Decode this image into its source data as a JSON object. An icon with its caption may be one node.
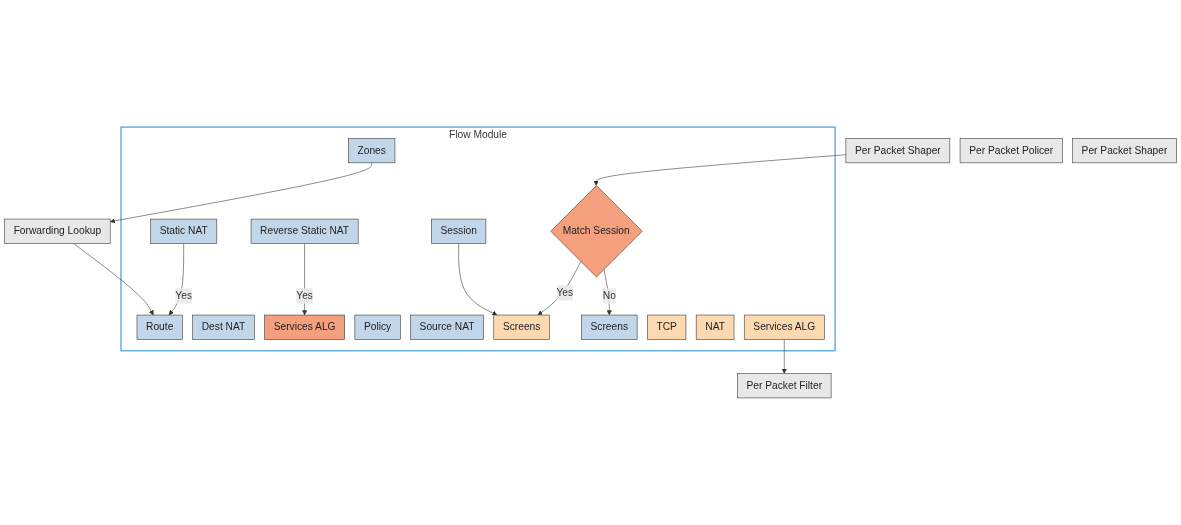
{
  "diagram": {
    "nodes": [
      {
        "text": [
          "Forwarding Lookup"
        ]
      },
      {
        "text": [
          "Flow Module"
        ]
      },
      {
        "text": [
          "Screens"
        ],
        "in": 1
      },
      {
        "text": [
          "Static NAT"
        ],
        "in": 1
      },
      {
        "text": [
          "Dest NAT"
        ],
        "in": 1
      },
      {
        "text": [
          "Route"
        ],
        "in": 1
      },
      {
        "text": [
          "Zones"
        ],
        "in": 1
      },
      {
        "text": [
          "Policy"
        ],
        "in": 1
      },
      {
        "text": [
          "Reverse Static NAT"
        ],
        "in": 1
      },
      {
        "text": [
          "Source NAT"
        ],
        "in": 1
      },
      {
        "text": [
          "Services ALG"
        ],
        "in": 1
      },
      {
        "text": [
          "Session"
        ],
        "in": 1
      },
      {
        "text": [
          "Match Session"
        ],
        "in": 1
      },
      {
        "text": [
          "Screens"
        ],
        "in": 1
      },
      {
        "text": [
          "TCP"
        ],
        "in": 1
      },
      {
        "text": [
          "NAT"
        ],
        "in": 1
      },
      {
        "text": [
          "Services ALG"
        ],
        "in": 1
      },
      {
        "text": [
          "Per Packet Policer"
        ]
      },
      {
        "text": [
          "Per Packet Shaper"
        ]
      },
      {
        "text": [
          "Per Packet Filter"
        ]
      },
      {
        "text": [
          "Per Packet Shaper"
        ]
      }
    ],
    "edges": [
      {
        "from": 0,
        "to": 5,
        "arrow": "to"
      },
      {
        "from": 6,
        "to": 0,
        "arrow": "to"
      },
      {
        "from": 3,
        "to": 5,
        "arrow": "to",
        "label": "Yes"
      },
      {
        "from": 8,
        "to": 10,
        "arrow": "to",
        "label": "Yes"
      },
      {
        "from": 12,
        "to": 2,
        "arrow": "to",
        "label": "No"
      },
      {
        "from": 11,
        "to": 13,
        "arrow": "to"
      },
      {
        "from": 18,
        "to": 12,
        "arrow": "to"
      },
      {
        "from": 12,
        "to": 13,
        "arrow": "to",
        "label": "Yes"
      },
      {
        "from": 16,
        "to": 19,
        "arrow": "to"
      }
    ]
  }
}
